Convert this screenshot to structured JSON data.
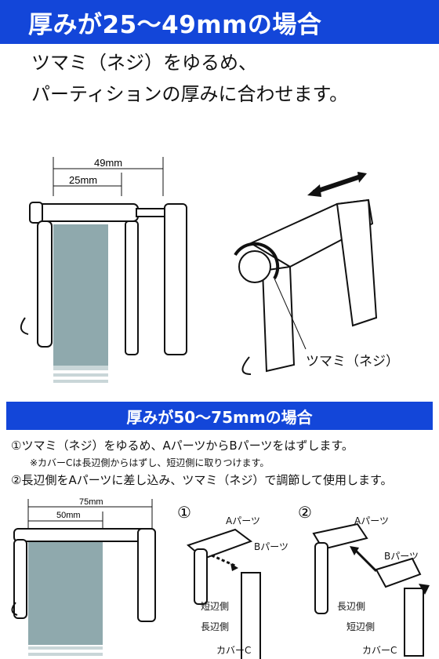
{
  "section1": {
    "title": "厚みが25～49mmの場合",
    "instruction_line1": "ツマミ（ネジ）をゆるめ、",
    "instruction_line2": "パーティションの厚みに合わせます。",
    "dim_outer": "49mm",
    "dim_inner": "25mm",
    "knob_label": "ツマミ（ネジ）"
  },
  "section2": {
    "title": "厚みが50～75mmの場合",
    "step1": "①ツマミ（ネジ）をゆるめ、AパーツからBパーツをはずします。",
    "step1_note": "※カバーCは長辺側からはずし、短辺側に取りつけます。",
    "step2": "②長辺側をAパーツに差し込み、ツマミ（ネジ）で調節して使用します。",
    "dim_outer": "75mm",
    "dim_inner": "50mm",
    "fig1": {
      "number": "①",
      "part_a": "Aパーツ",
      "part_b": "Bパーツ",
      "short_side": "短辺側",
      "long_side": "長辺側",
      "cover": "カバーC"
    },
    "fig2": {
      "number": "②",
      "part_a": "Aパーツ",
      "part_b": "Bパーツ",
      "long_side": "長辺側",
      "short_side": "短辺側",
      "cover": "カバーC"
    }
  },
  "colors": {
    "banner": "#1346d9",
    "panel": "#8fa9ad"
  }
}
